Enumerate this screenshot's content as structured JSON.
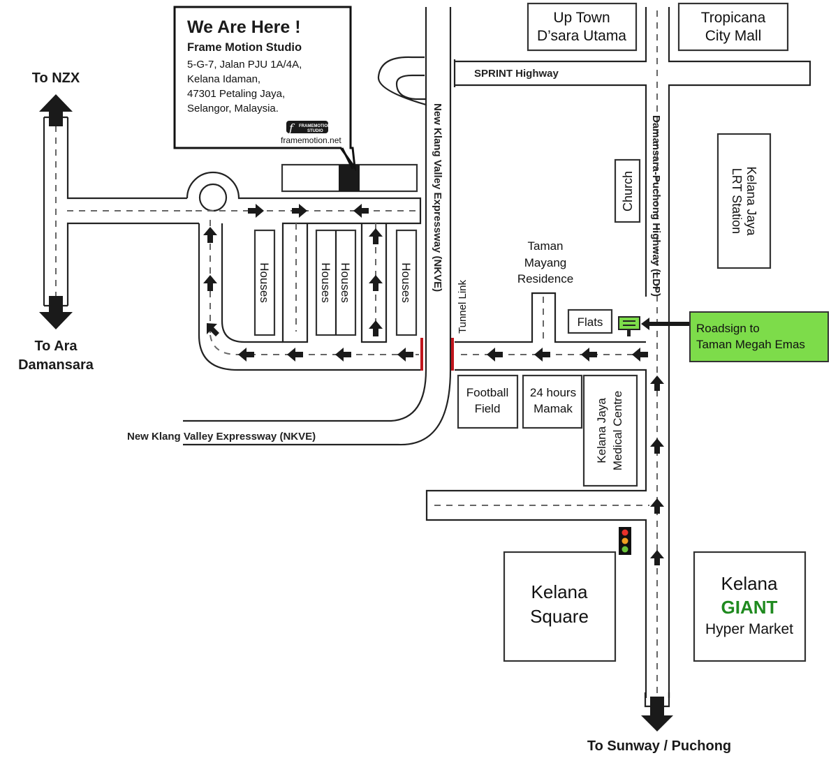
{
  "callout": {
    "headline": "We Are Here !",
    "company": "Frame Motion Studio",
    "address_lines": [
      "5-G-7, Jalan PJU 1A/4A,",
      "Kelana Idaman,",
      "47301 Petaling Jaya,",
      "Selangor, Malaysia."
    ],
    "logo_mark": "ƒ",
    "logo_text_1": "FRAMEMOTION",
    "logo_text_2": "STUDIO",
    "website": "framemotion.net"
  },
  "directions": {
    "north": "To NZX",
    "south_1": "To Ara",
    "south_2": "Damansara",
    "bottom": "To Sunway / Puchong"
  },
  "roads": {
    "nkve_vertical": "New Klang Valley Expressway (NKVE)",
    "nkve_horizontal": "New Klang Valley Expressway (NKVE)",
    "sprint": "SPRINT Highway",
    "ldp": "Damansara-Puchong Highway (LDP)",
    "tunnel": "Tunnel Link"
  },
  "landmarks": {
    "uptown_1": "Up Town",
    "uptown_2": "D’sara Utama",
    "tropicana_1": "Tropicana",
    "tropicana_2": "City Mall",
    "church": "Church",
    "lrt_1": "Kelana Jaya",
    "lrt_2": "LRT Station",
    "taman_1": "Taman",
    "taman_2": "Mayang",
    "taman_3": "Residence",
    "flats": "Flats",
    "houses": "Houses",
    "football_1": "Football",
    "football_2": "Field",
    "mamak_1": "24 hours",
    "mamak_2": "Mamak",
    "medical_1": "Kelana Jaya",
    "medical_2": "Medical Centre",
    "square_1": "Kelana",
    "square_2": "Square",
    "giant_1": "Kelana",
    "giant_2": "GIANT",
    "giant_3": "Hyper Market"
  },
  "roadsign": {
    "line_1": "Roadsign to",
    "line_2": "Taman Megah Emas"
  },
  "colors": {
    "sign_green": "#7ddc4a",
    "giant_green": "#1f8a1f",
    "barrier_red": "#c0151c",
    "light_red": "#e8302a",
    "light_amber": "#f0a020",
    "light_green": "#6ac43a"
  }
}
